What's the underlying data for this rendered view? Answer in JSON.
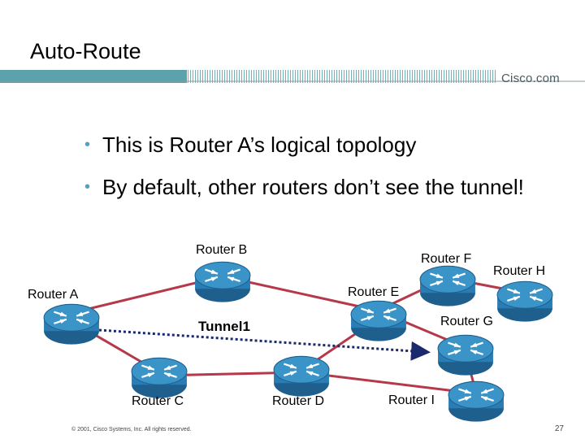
{
  "slide": {
    "title": "Auto-Route",
    "brand": "Cisco.com",
    "bullets": [
      "This is Router A’s logical topology",
      "By default, other routers don’t see the tunnel!"
    ],
    "footer": "© 2001, Cisco Systems, Inc. All rights reserved.",
    "page_number": "27"
  },
  "colors": {
    "band_teal": "#5aa3ac",
    "link_color": "#b5394a",
    "tunnel_color": "#1a2a6c",
    "router_blue": "#2a7db4",
    "bullet_color": "#4aa3c9"
  },
  "diagram": {
    "routers": [
      {
        "id": "A",
        "label": "Router A",
        "icon": "router-icon"
      },
      {
        "id": "B",
        "label": "Router B",
        "icon": "router-icon"
      },
      {
        "id": "C",
        "label": "Router C",
        "icon": "router-icon"
      },
      {
        "id": "D",
        "label": "Router D",
        "icon": "router-icon"
      },
      {
        "id": "E",
        "label": "Router E",
        "icon": "router-icon"
      },
      {
        "id": "F",
        "label": "Router F",
        "icon": "router-icon"
      },
      {
        "id": "G",
        "label": "Router G",
        "icon": "router-icon"
      },
      {
        "id": "H",
        "label": "Router H",
        "icon": "router-icon"
      },
      {
        "id": "I",
        "label": "Router I",
        "icon": "router-icon"
      }
    ],
    "links": [
      [
        "A",
        "B"
      ],
      [
        "B",
        "E"
      ],
      [
        "E",
        "F"
      ],
      [
        "F",
        "H"
      ],
      [
        "E",
        "G"
      ],
      [
        "A",
        "C"
      ],
      [
        "C",
        "D"
      ],
      [
        "D",
        "I"
      ],
      [
        "D",
        "E"
      ],
      [
        "G",
        "I"
      ]
    ],
    "tunnel": {
      "label": "Tunnel1",
      "from": "A",
      "to": "G"
    }
  }
}
